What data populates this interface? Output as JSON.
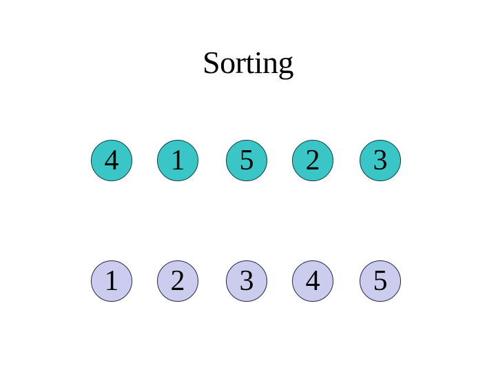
{
  "slide": {
    "title": "Sorting",
    "background_color": "#ffffff",
    "title_color": "#000000",
    "number_color": "#000000",
    "rows": [
      {
        "name": "unsorted-row",
        "circle_fill": "#3ac6c6",
        "circle_border": "#0c4242",
        "values": [
          "4",
          "1",
          "5",
          "2",
          "3"
        ]
      },
      {
        "name": "sorted-row",
        "circle_fill": "#ccccee",
        "circle_border": "#26264d",
        "values": [
          "1",
          "2",
          "3",
          "4",
          "5"
        ]
      }
    ]
  }
}
